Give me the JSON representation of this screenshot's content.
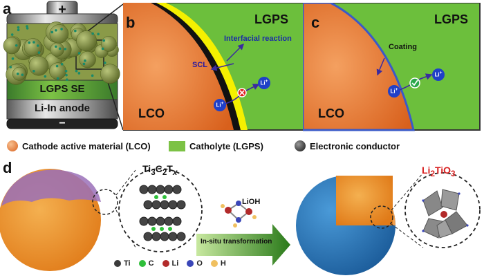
{
  "panels": {
    "a": {
      "letter": "a",
      "battery_plus": "+",
      "battery_minus": "−",
      "se_label": "LGPS SE",
      "anode_label": "Li-In anode"
    },
    "b": {
      "letter": "b",
      "lgps": "LGPS",
      "lco": "LCO",
      "interfacial": "Interfacial reaction",
      "scl": "SCL",
      "li_in": "Li",
      "li_out": "Li",
      "plus": "+"
    },
    "c": {
      "letter": "c",
      "lgps": "LGPS",
      "lco": "LCO",
      "coating": "Coating",
      "li_in": "Li",
      "li_out": "Li",
      "plus": "+"
    },
    "d": {
      "letter": "d",
      "ti3c2tx": "Ti3C2Tx",
      "lioh": "LiOH",
      "arrow": "In-situ transformation",
      "li2tio3": "Li2TiO3"
    }
  },
  "legend": [
    {
      "label": "Cathode active material (LCO)",
      "color": "#e8883a"
    },
    {
      "label": "Catholyte (LGPS)",
      "color": "#7cc245"
    },
    {
      "label": "Electronic conductor",
      "color": "#333333"
    }
  ],
  "elements": [
    {
      "label": "Ti",
      "color": "#3a3a3a"
    },
    {
      "label": "C",
      "color": "#2fbf3a"
    },
    {
      "label": "Li",
      "color": "#b22a2a"
    },
    {
      "label": "O",
      "color": "#3a46b8"
    },
    {
      "label": "H",
      "color": "#f0c060"
    }
  ]
}
